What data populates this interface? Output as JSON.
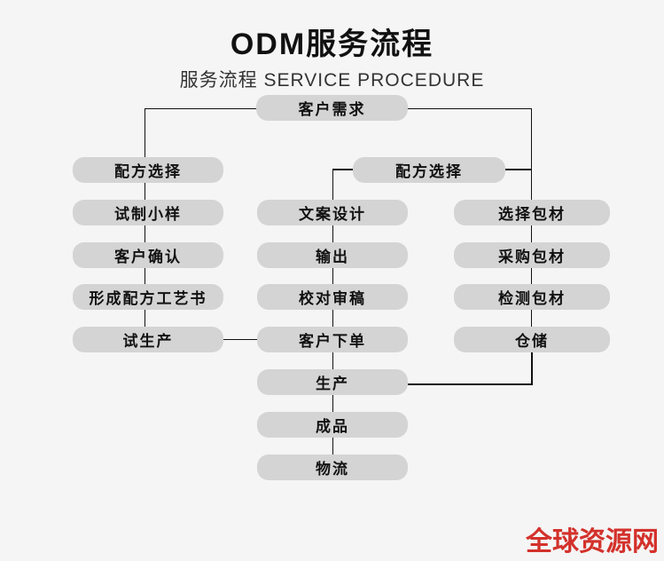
{
  "header": {
    "title": "ODM服务流程",
    "subtitle": "服务流程 SERVICE PROCEDURE"
  },
  "nodes": {
    "customer_needs": "客户需求",
    "left": [
      "配方选择",
      "试制小样",
      "客户确认",
      "形成配方工艺书",
      "试生产"
    ],
    "middle_top": "配方选择",
    "middle": [
      "文案设计",
      "输出",
      "校对审稿",
      "客户下单",
      "生产",
      "成品",
      "物流"
    ],
    "right": [
      "选择包材",
      "采购包材",
      "检测包材",
      "仓储"
    ]
  },
  "watermark": {
    "text": "全球资源网"
  },
  "colors": {
    "background": "#f5f5f5",
    "node_fill": "#d4d4d4",
    "node_text": "#111111",
    "connector": "#111111",
    "watermark_red": "#d3312b"
  }
}
